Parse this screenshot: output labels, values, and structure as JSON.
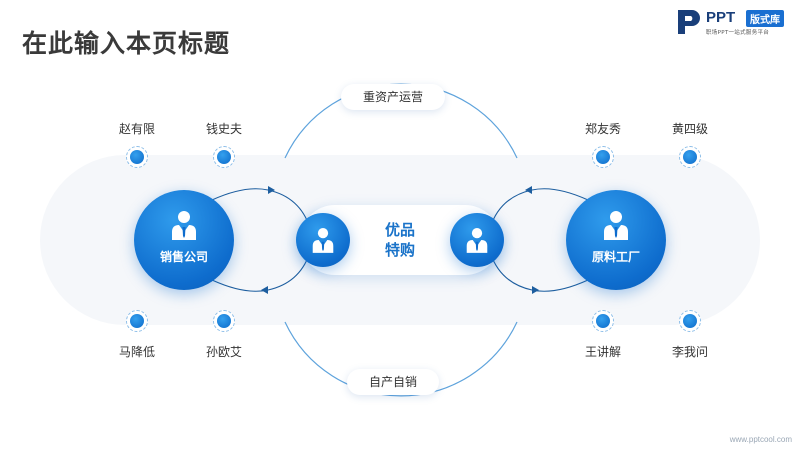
{
  "title": "在此输入本页标题",
  "logo": {
    "brand": "PPT",
    "badge": "版式库",
    "tagline": "职场PPT一站式服务平台"
  },
  "top_label": "重资产运营",
  "bottom_label": "自产自销",
  "center": {
    "line1": "优品",
    "line2": "特购"
  },
  "left_node": {
    "label": "销售公司",
    "icon": "person-icon"
  },
  "right_node": {
    "label": "原料工厂",
    "icon": "person-icon"
  },
  "names": {
    "top_left": [
      "赵有限",
      "钱史夫"
    ],
    "top_right": [
      "郑友秀",
      "黄四级"
    ],
    "bottom_left": [
      "马降低",
      "孙欧艾"
    ],
    "bottom_right": [
      "王讲解",
      "李我问"
    ]
  },
  "colors": {
    "accent": "#0e6ccd",
    "accent_light": "#2f9bec",
    "band": "#f5f7fa",
    "text": "#333333"
  },
  "watermark": "www.pptcool.com"
}
